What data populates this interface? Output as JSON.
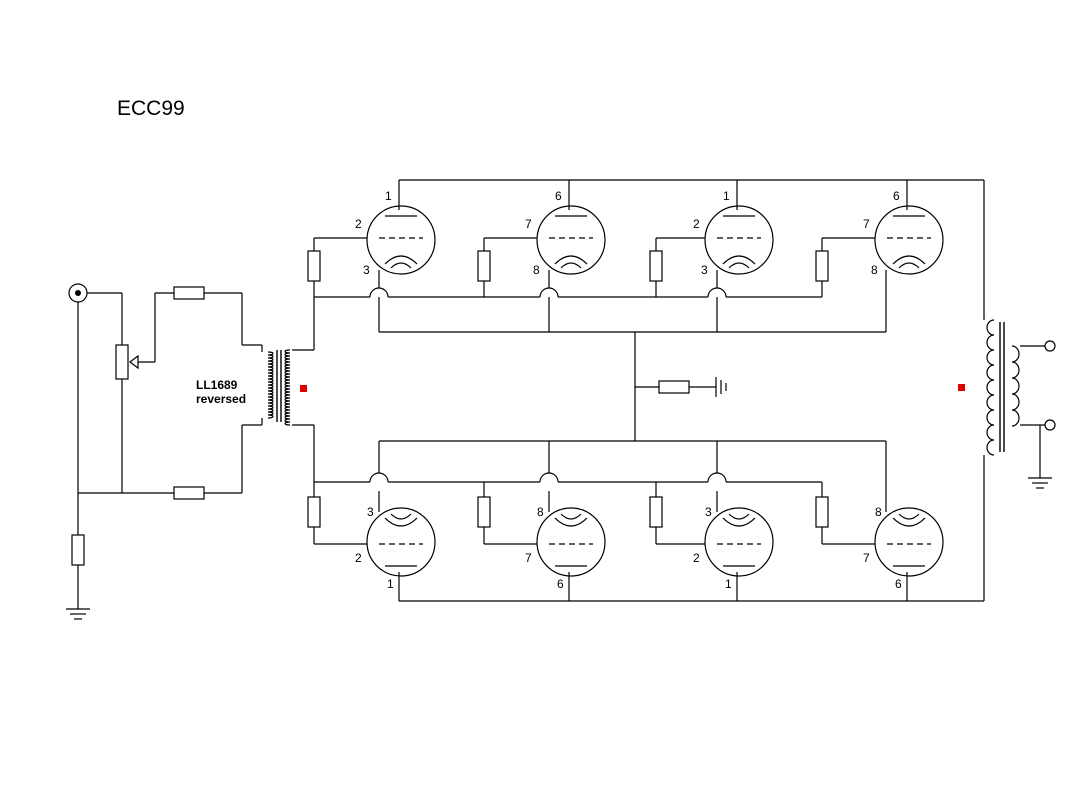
{
  "title": "ECC99",
  "transformer_label": [
    "LL1689",
    "reversed"
  ],
  "colors": {
    "line": "#000000",
    "marker": "#e00000",
    "background": "#ffffff"
  },
  "tubes_top": [
    {
      "anode": "1",
      "grid": "2",
      "cathode": "3"
    },
    {
      "anode": "6",
      "grid": "7",
      "cathode": "8"
    },
    {
      "anode": "1",
      "grid": "2",
      "cathode": "3"
    },
    {
      "anode": "6",
      "grid": "7",
      "cathode": "8"
    }
  ],
  "tubes_bottom": [
    {
      "anode": "1",
      "grid": "2",
      "cathode": "3"
    },
    {
      "anode": "6",
      "grid": "7",
      "cathode": "8"
    },
    {
      "anode": "1",
      "grid": "2",
      "cathode": "3"
    },
    {
      "anode": "6",
      "grid": "7",
      "cathode": "8"
    }
  ],
  "icons": [
    "input-jack-icon",
    "potentiometer-icon",
    "ground-icon",
    "resistor-icon",
    "input-transformer-icon",
    "output-transformer-icon",
    "vacuum-tube-icon"
  ]
}
